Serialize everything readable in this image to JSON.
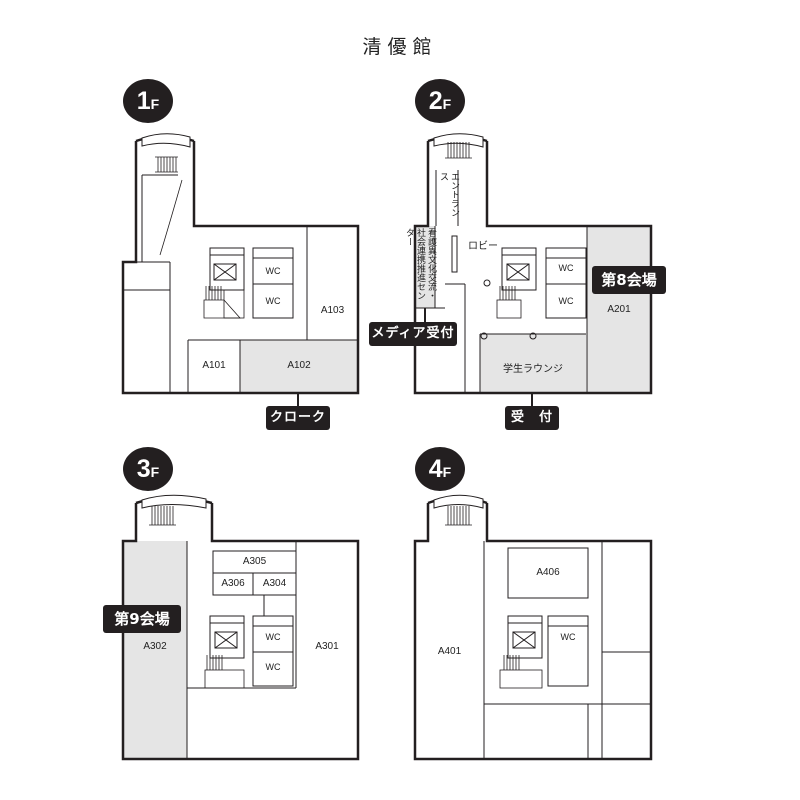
{
  "chart_data": {
    "type": "diagram",
    "title": "清優館",
    "floors": [
      {
        "badge_number": "1",
        "badge_suffix": "F",
        "rooms": [
          "A103",
          "A101",
          "A102"
        ],
        "restrooms": [
          "WC",
          "WC"
        ],
        "callouts": [
          "クローク"
        ],
        "venue_labels": []
      },
      {
        "badge_number": "2",
        "badge_suffix": "F",
        "rooms": [
          "A201",
          "学生ラウンジ",
          "ロビー"
        ],
        "restrooms": [
          "WC",
          "WC"
        ],
        "vertical_labels": [
          "エントランス",
          "看護異文化交流・社会連携推進センター"
        ],
        "callouts": [
          "メディア受付",
          "受　付"
        ],
        "venue_labels": [
          "第8会場"
        ]
      },
      {
        "badge_number": "3",
        "badge_suffix": "F",
        "rooms": [
          "A305",
          "A306",
          "A304",
          "A301",
          "A302"
        ],
        "restrooms": [
          "WC",
          "WC"
        ],
        "callouts": [],
        "venue_labels": [
          "第9会場"
        ]
      },
      {
        "badge_number": "4",
        "badge_suffix": "F",
        "rooms": [
          "A406",
          "A401"
        ],
        "restrooms": [
          "WC"
        ],
        "callouts": [],
        "venue_labels": []
      }
    ],
    "colors": {
      "highlight": "#e5e5e5",
      "wall": "#231f20",
      "label_bg": "#231f20",
      "label_text": "#ffffff"
    }
  }
}
